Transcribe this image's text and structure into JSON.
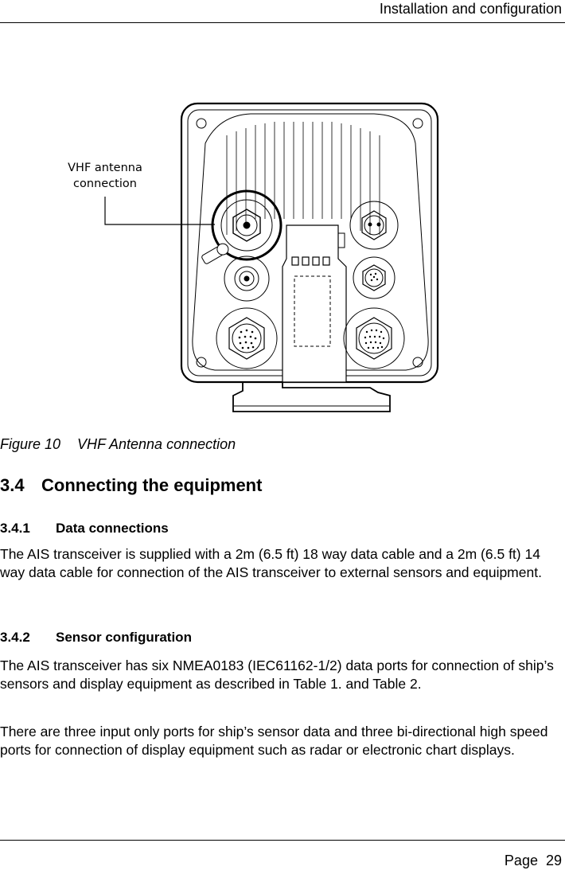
{
  "header": {
    "running_title": "Installation and configuration"
  },
  "figure": {
    "callout_line1": "VHF antenna",
    "callout_line2": "connection",
    "caption_number": "Figure 10",
    "caption_text": "VHF Antenna connection"
  },
  "section": {
    "number": "3.4",
    "title": "Connecting the equipment"
  },
  "subsection1": {
    "number": "3.4.1",
    "title": "Data connections",
    "paragraph": "The AIS transceiver is supplied with a 2m (6.5 ft) 18 way data cable and a 2m (6.5 ft) 14 way data cable for connection of the AIS transceiver to external sensors and equipment."
  },
  "subsection2": {
    "number": "3.4.2",
    "title": "Sensor configuration",
    "paragraph1": "The AIS transceiver has six NMEA0183 (IEC61162-1/2) data ports for connection of ship’s sensors and display equipment as described in Table 1. and Table 2.",
    "paragraph2": "There are three input only ports for ship’s sensor data and three bi-directional high speed ports for connection of display equipment such as radar or electronic chart displays."
  },
  "footer": {
    "page_label": "Page",
    "page_number": "29"
  }
}
